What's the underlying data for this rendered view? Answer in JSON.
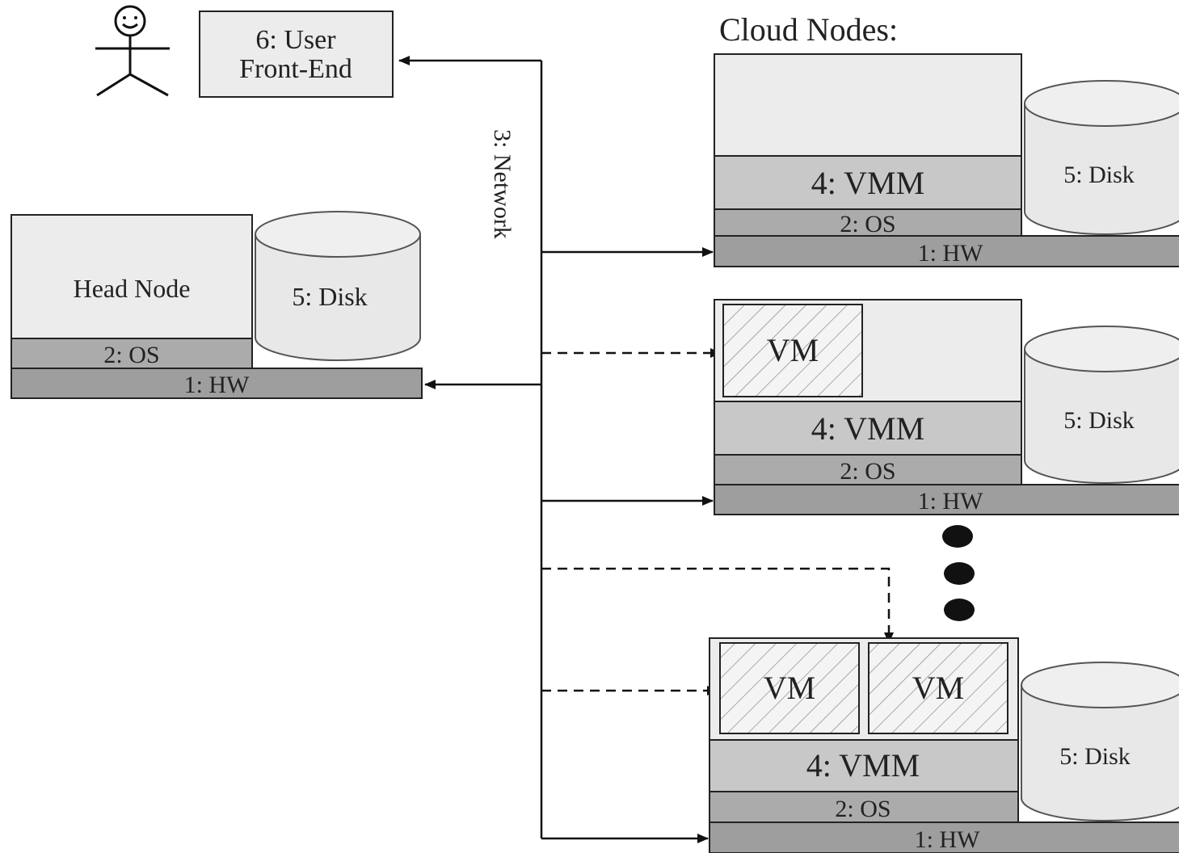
{
  "user_front_end": {
    "line1": "6: User",
    "line2": "Front-End"
  },
  "user_icon": "stick-figure-smiley-icon",
  "network_label": "3: Network",
  "cloud_nodes_title": "Cloud Nodes:",
  "head_node": {
    "title": "Head Node",
    "os": "2: OS",
    "hw": "1: HW",
    "disk": "5: Disk"
  },
  "cloud_nodes": [
    {
      "vms": [],
      "vmm": "4: VMM",
      "os": "2: OS",
      "hw": "1: HW",
      "disk": "5: Disk"
    },
    {
      "vms": [
        "VM"
      ],
      "vmm": "4: VMM",
      "os": "2: OS",
      "hw": "1: HW",
      "disk": "5: Disk"
    },
    {
      "vms": [
        "VM",
        "VM"
      ],
      "vmm": "4: VMM",
      "os": "2: OS",
      "hw": "1: HW",
      "disk": "5: Disk"
    }
  ],
  "colors": {
    "light_box": "#ececec",
    "vmm": "#c8c8c8",
    "os": "#ababab",
    "hw": "#9e9e9e",
    "disk": "#e8e8e8",
    "line": "#111111"
  }
}
